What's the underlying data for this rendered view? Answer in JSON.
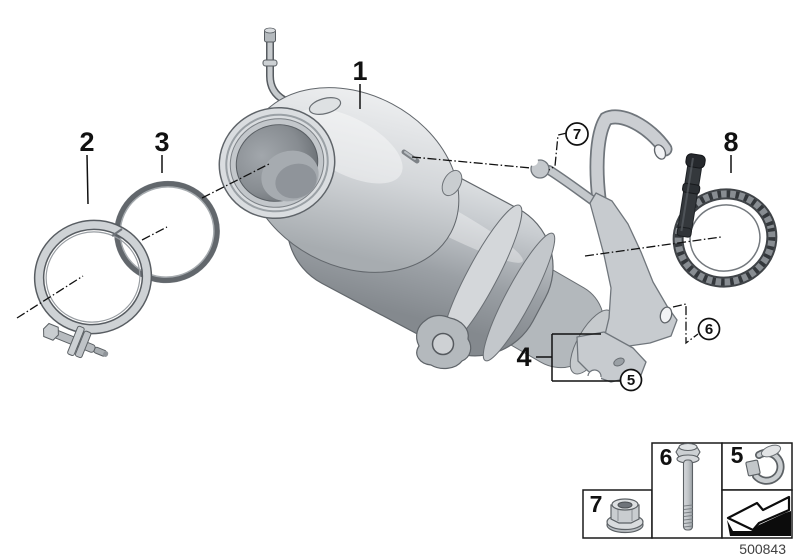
{
  "figure": {
    "type": "exploded-parts-diagram",
    "subject": "engine-exhaust-catalytic-converter",
    "callouts": {
      "c1": "1",
      "c2": "2",
      "c3": "3",
      "c4": "4",
      "c8": "8",
      "circled5": "5",
      "circled6": "6",
      "circled7": "7"
    },
    "legend": {
      "cell_nut_label": "7",
      "cell_bolt_label": "6",
      "cell_clip_label": "5",
      "icons": {
        "nut": "flange-nut-icon",
        "bolt": "hex-bolt-icon",
        "clip": "retaining-clip-icon",
        "arrow": "direction-arrow-icon"
      }
    },
    "footer": {
      "part_number": "500843"
    },
    "colors": {
      "line": "#111111",
      "metal_light": "#d8dbde",
      "metal_mid": "#aab0b5",
      "metal_dark": "#34383c",
      "background": "#ffffff"
    }
  }
}
